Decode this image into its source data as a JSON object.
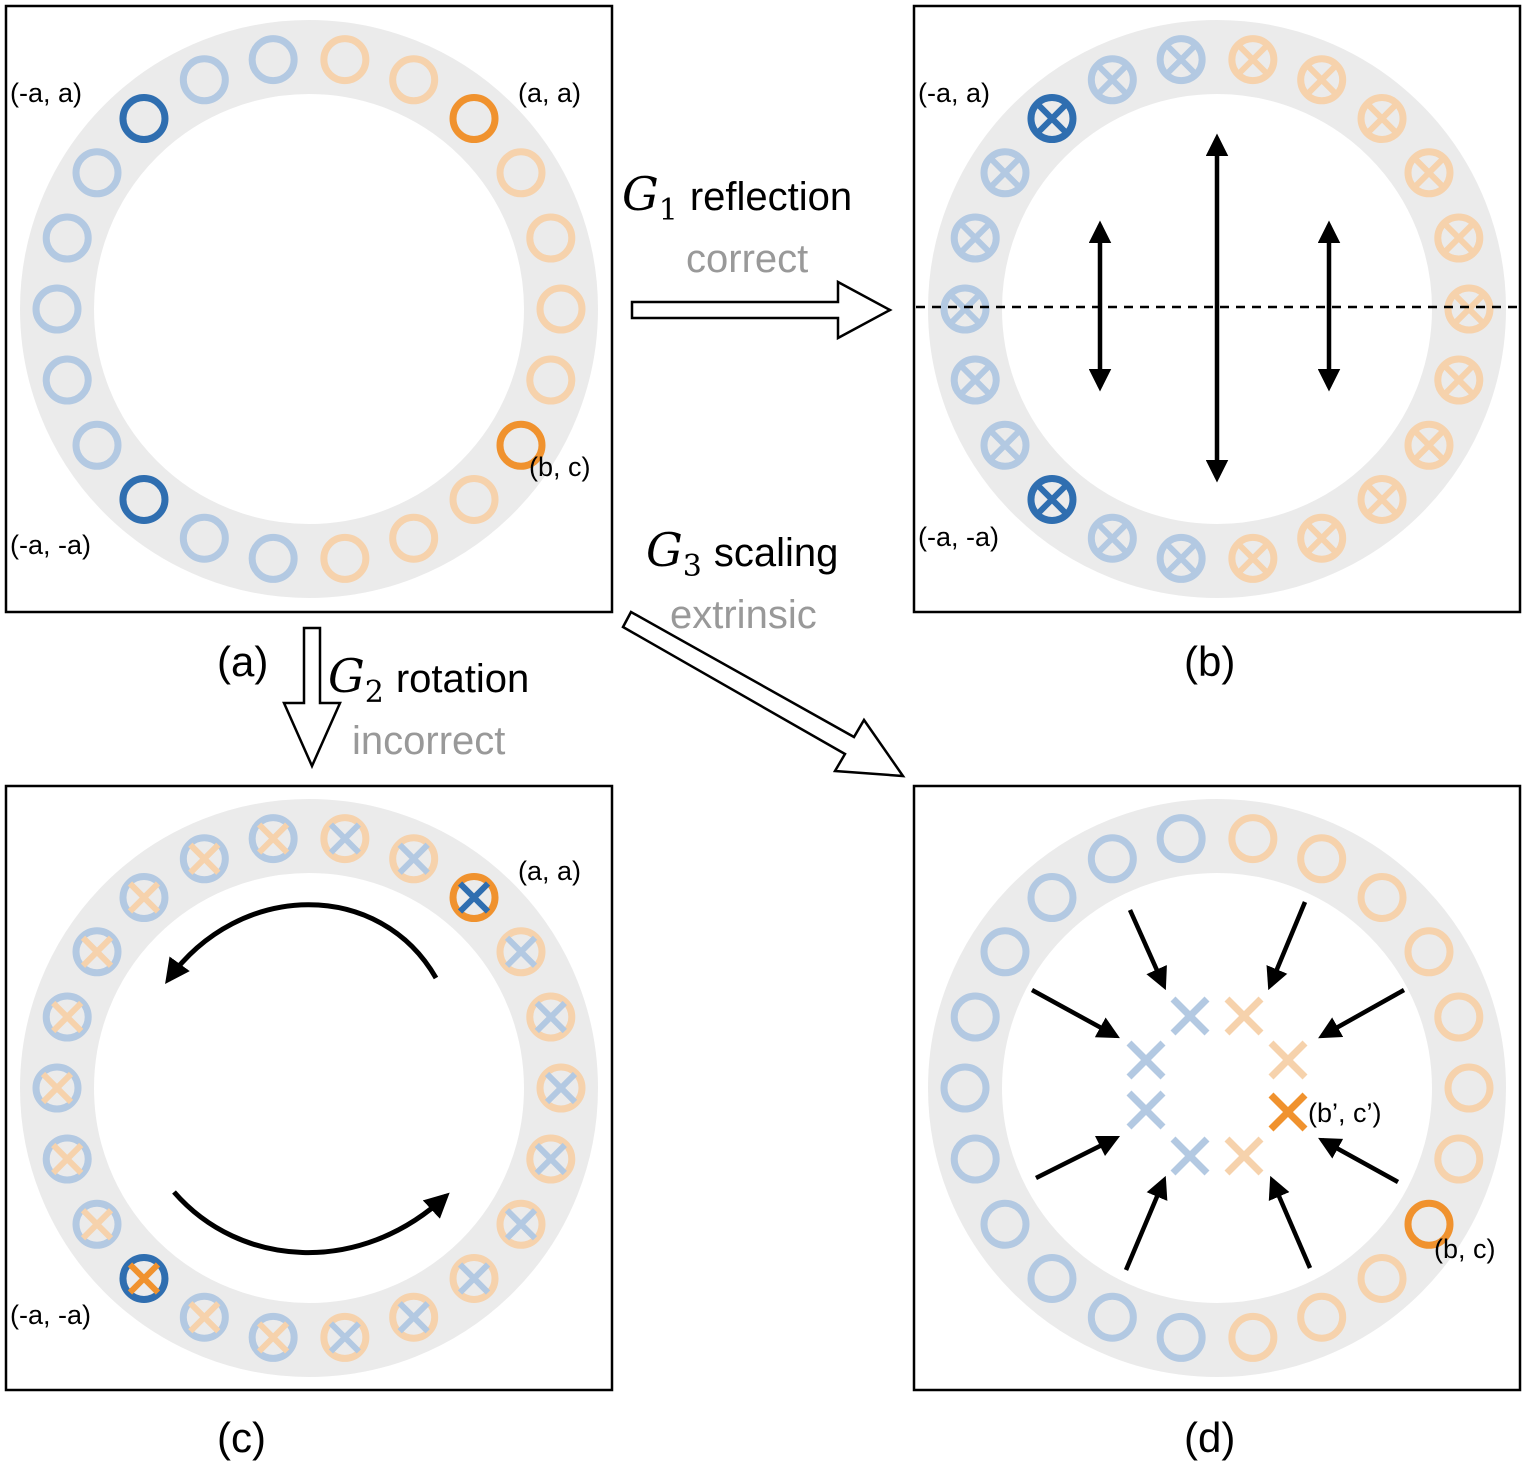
{
  "colors": {
    "blue": "#2f6eb0",
    "orange": "#f0922e",
    "blue_faded": "#b3c9e2",
    "orange_faded": "#f6d2ac",
    "ring": "#ebebeb",
    "grey_text": "#999999"
  },
  "panels": {
    "a": {
      "caption": "(a)",
      "labels": {
        "tl": "(-a, a)",
        "tr": "(a, a)",
        "bl": "(-a, -a)",
        "bc": "(b, c)"
      }
    },
    "b": {
      "caption": "(b)",
      "labels": {
        "tl": "(-a, a)",
        "bl": "(-a, -a)"
      }
    },
    "c": {
      "caption": "(c)",
      "labels": {
        "tr": "(a, a)",
        "bl": "(-a, -a)"
      }
    },
    "d": {
      "caption": "(d)",
      "labels": {
        "bc": "(b, c)",
        "bc_scaled": "(b’, c’)"
      }
    }
  },
  "transforms": {
    "g1": {
      "symbol": "G",
      "sub": "1",
      "name": "reflection",
      "verdict": "correct"
    },
    "g2": {
      "symbol": "G",
      "sub": "2",
      "name": "rotation",
      "verdict": "incorrect"
    },
    "g3": {
      "symbol": "G",
      "sub": "3",
      "name": "scaling",
      "verdict": "extrinsic"
    }
  }
}
